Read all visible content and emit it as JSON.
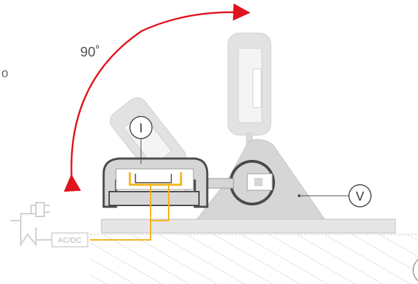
{
  "angle_label": "90˚",
  "stray_char": "o",
  "callouts": {
    "top_holder": "I",
    "base_mount": "V"
  },
  "power_label": "AC/DC",
  "colors": {
    "arrow": "#e0141e",
    "wire": "#f2b41a",
    "part_light": "#d6d6d6",
    "part_dark": "#4a4a4a",
    "outline": "#9a9a9a",
    "hatch": "#c8c8c8"
  }
}
